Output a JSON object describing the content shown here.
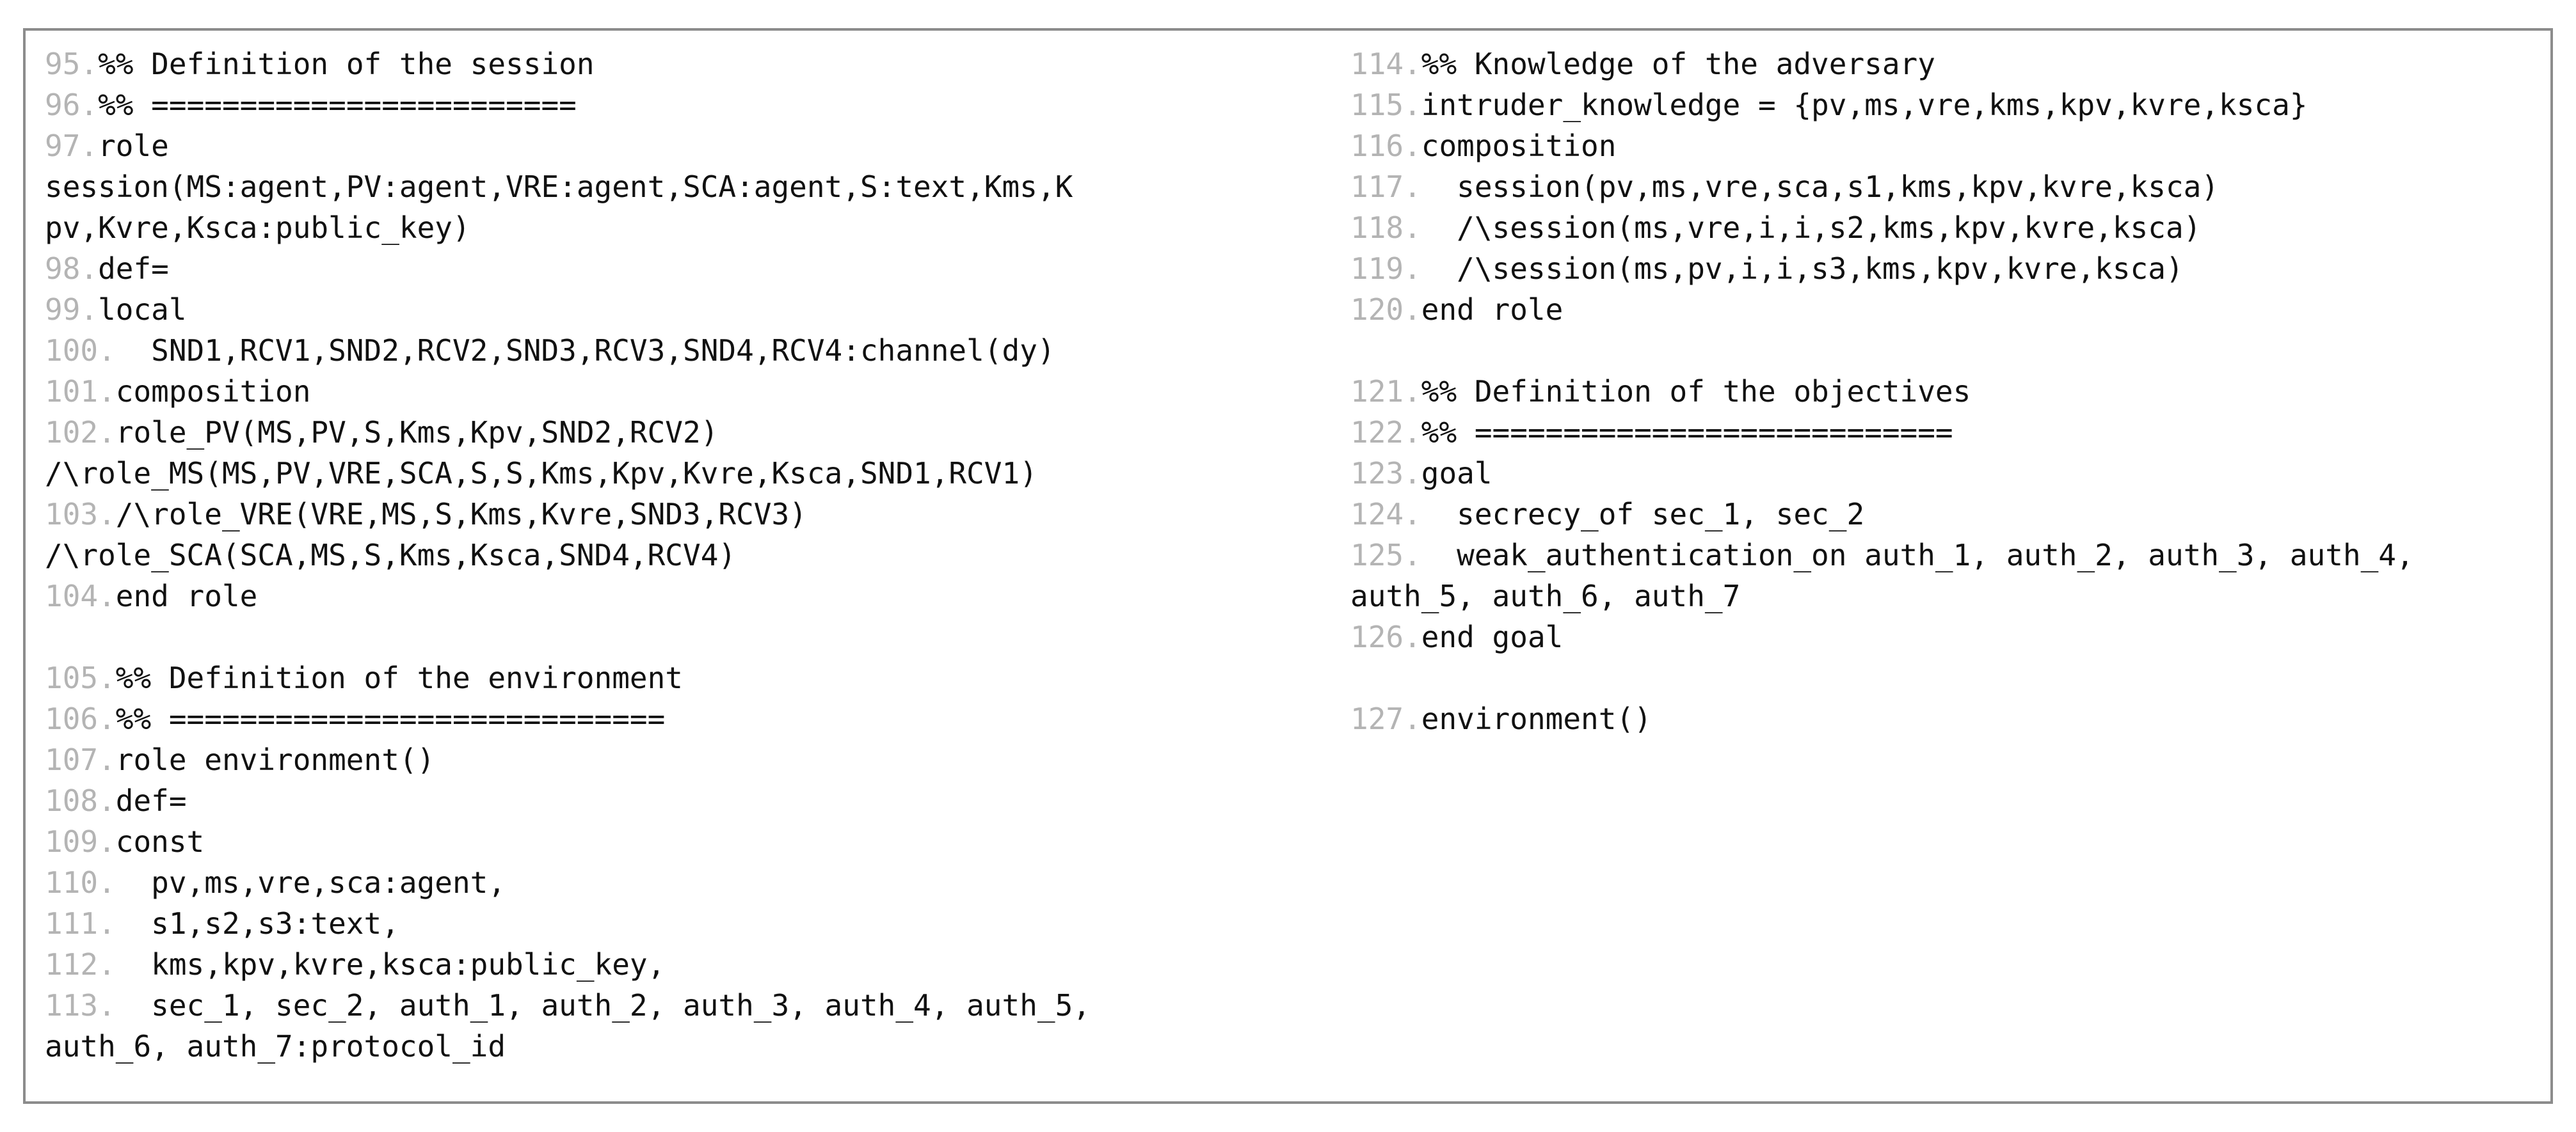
{
  "left_column": [
    {
      "num": "95.",
      "text": "%% Definition of the session"
    },
    {
      "num": "96.",
      "text": "%% ========================"
    },
    {
      "num": "97.",
      "text": "role"
    },
    {
      "num": "",
      "text": "session(MS:agent,PV:agent,VRE:agent,SCA:agent,S:text,Kms,K"
    },
    {
      "num": "",
      "text": "pv,Kvre,Ksca:public_key)"
    },
    {
      "num": "98.",
      "text": "def="
    },
    {
      "num": "99.",
      "text": "local"
    },
    {
      "num": "100.",
      "text": "  SND1,RCV1,SND2,RCV2,SND3,RCV3,SND4,RCV4:channel(dy)"
    },
    {
      "num": "101.",
      "text": "composition"
    },
    {
      "num": "102.",
      "text": "role_PV(MS,PV,S,Kms,Kpv,SND2,RCV2)"
    },
    {
      "num": "",
      "text": "/\\role_MS(MS,PV,VRE,SCA,S,S,Kms,Kpv,Kvre,Ksca,SND1,RCV1)"
    },
    {
      "num": "103.",
      "text": "/\\role_VRE(VRE,MS,S,Kms,Kvre,SND3,RCV3)"
    },
    {
      "num": "",
      "text": "/\\role_SCA(SCA,MS,S,Kms,Ksca,SND4,RCV4)"
    },
    {
      "num": "104.",
      "text": "end role"
    },
    {
      "num": "",
      "text": ""
    },
    {
      "num": "105.",
      "text": "%% Definition of the environment"
    },
    {
      "num": "106.",
      "text": "%% ============================"
    },
    {
      "num": "107.",
      "text": "role environment()"
    },
    {
      "num": "108.",
      "text": "def="
    },
    {
      "num": "109.",
      "text": "const"
    },
    {
      "num": "110.",
      "text": "  pv,ms,vre,sca:agent,"
    },
    {
      "num": "111.",
      "text": "  s1,s2,s3:text,"
    },
    {
      "num": "112.",
      "text": "  kms,kpv,kvre,ksca:public_key,"
    },
    {
      "num": "113.",
      "text": "  sec_1, sec_2, auth_1, auth_2, auth_3, auth_4, auth_5,"
    },
    {
      "num": "",
      "text": "auth_6, auth_7:protocol_id"
    }
  ],
  "right_column": [
    {
      "num": "114.",
      "text": "%% Knowledge of the adversary"
    },
    {
      "num": "115.",
      "text": "intruder_knowledge = {pv,ms,vre,kms,kpv,kvre,ksca}"
    },
    {
      "num": "116.",
      "text": "composition"
    },
    {
      "num": "117.",
      "text": "  session(pv,ms,vre,sca,s1,kms,kpv,kvre,ksca)"
    },
    {
      "num": "118.",
      "text": "  /\\session(ms,vre,i,i,s2,kms,kpv,kvre,ksca)"
    },
    {
      "num": "119.",
      "text": "  /\\session(ms,pv,i,i,s3,kms,kpv,kvre,ksca)"
    },
    {
      "num": "120.",
      "text": "end role"
    },
    {
      "num": "",
      "text": ""
    },
    {
      "num": "121.",
      "text": "%% Definition of the objectives"
    },
    {
      "num": "122.",
      "text": "%% ==========================="
    },
    {
      "num": "123.",
      "text": "goal"
    },
    {
      "num": "124.",
      "text": "  secrecy_of sec_1, sec_2"
    },
    {
      "num": "125.",
      "text": "  weak_authentication_on auth_1, auth_2, auth_3, auth_4,"
    },
    {
      "num": "",
      "text": "auth_5, auth_6, auth_7"
    },
    {
      "num": "126.",
      "text": "end goal"
    },
    {
      "num": "",
      "text": ""
    },
    {
      "num": "127.",
      "text": "environment()"
    }
  ]
}
